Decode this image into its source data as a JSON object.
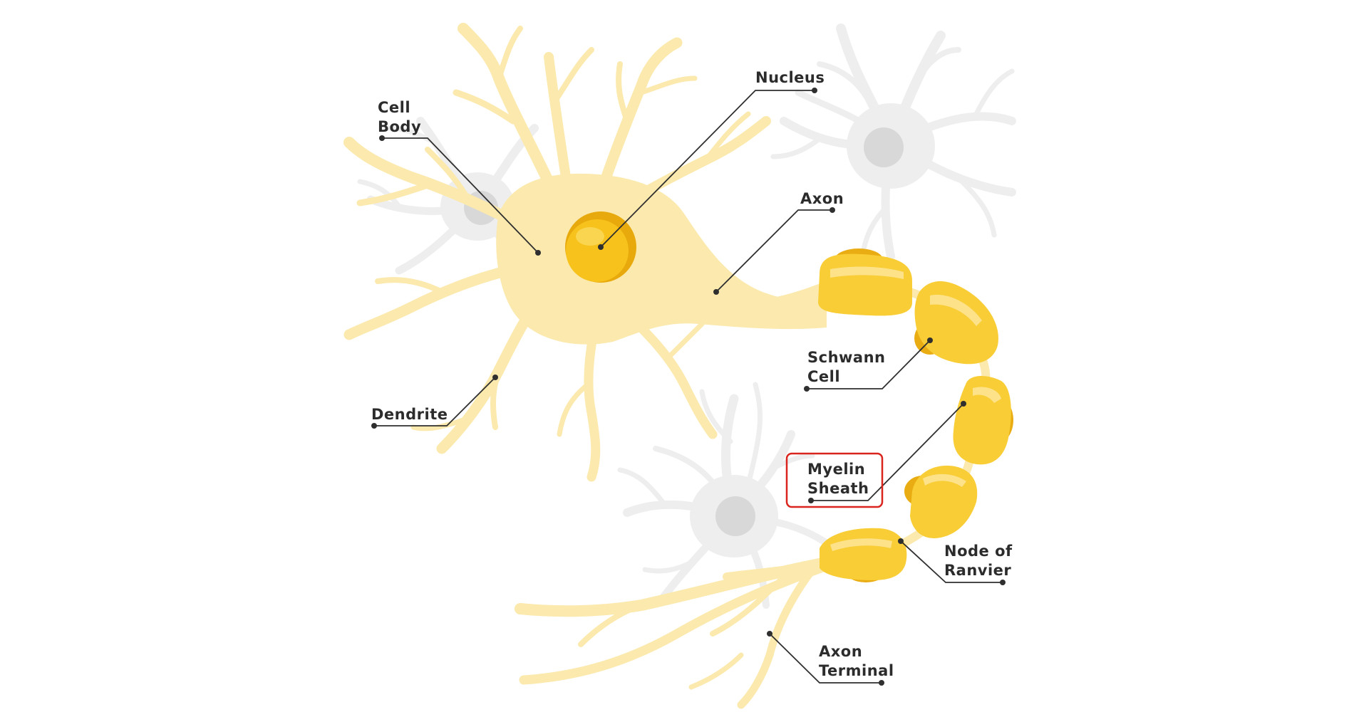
{
  "diagram": {
    "labels": {
      "cell_body": [
        "Cell",
        "Body"
      ],
      "nucleus": [
        "Nucleus"
      ],
      "axon": [
        "Axon"
      ],
      "schwann_cell": [
        "Schwann",
        "Cell"
      ],
      "dendrite": [
        "Dendrite"
      ],
      "myelin_sheath": [
        "Myelin",
        "Sheath"
      ],
      "node_of_ranvier": [
        "Node of",
        "Ranvier"
      ],
      "axon_terminal": [
        "Axon",
        "Terminal"
      ]
    },
    "highlighted_label": "myelin_sheath"
  },
  "colors": {
    "background": "#ffffff",
    "neuron_main": "#fbe9ad",
    "neuron_main_stroke": "#f7dc8a",
    "nucleus": "#f6c21b",
    "nucleus_rim": "#e7a90b",
    "myelin": "#f8cd35",
    "myelin_dark": "#e9ac13",
    "myelin_light": "#fde28a",
    "neuron_bg": "#eeeeee",
    "neuron_bg_nucleus": "#d8d8d8",
    "label_text": "#2c2c2c",
    "leader_line": "#2f2f2f",
    "highlight_box": "#d9251d"
  }
}
